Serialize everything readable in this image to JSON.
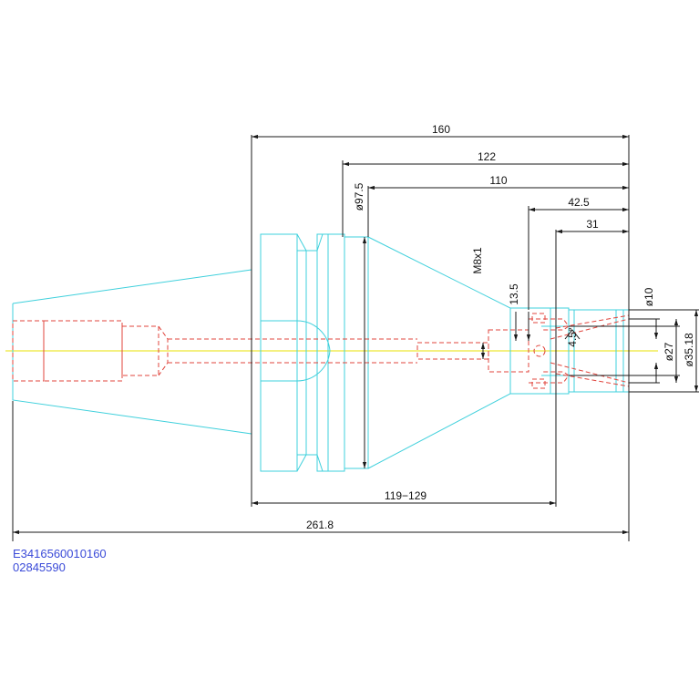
{
  "colors": {
    "outline": "#3fd0dc",
    "hidden": "#e0443c",
    "centerline": "#e8e000",
    "dimension": "#1a1a1a",
    "code_text": "#3a4ad8",
    "background": "#ffffff"
  },
  "dimensions": {
    "overall_length": "261.8",
    "gauge_to_nose": "160",
    "flange_to_nose": "122",
    "cone_to_nose": "110",
    "nut_length": "42.5",
    "nose_length": "31",
    "setting_range": "119−129",
    "flange_diameter": "ø97.5",
    "thread": "M8x1",
    "bore_depth": "13.5",
    "taper_angle": "4.5°",
    "clamp_diameter": "ø10",
    "nut_diameter": "ø27",
    "nose_diameter": "ø35.18"
  },
  "codes": {
    "part_number": "E3416560010160",
    "order_number": "02845590"
  }
}
